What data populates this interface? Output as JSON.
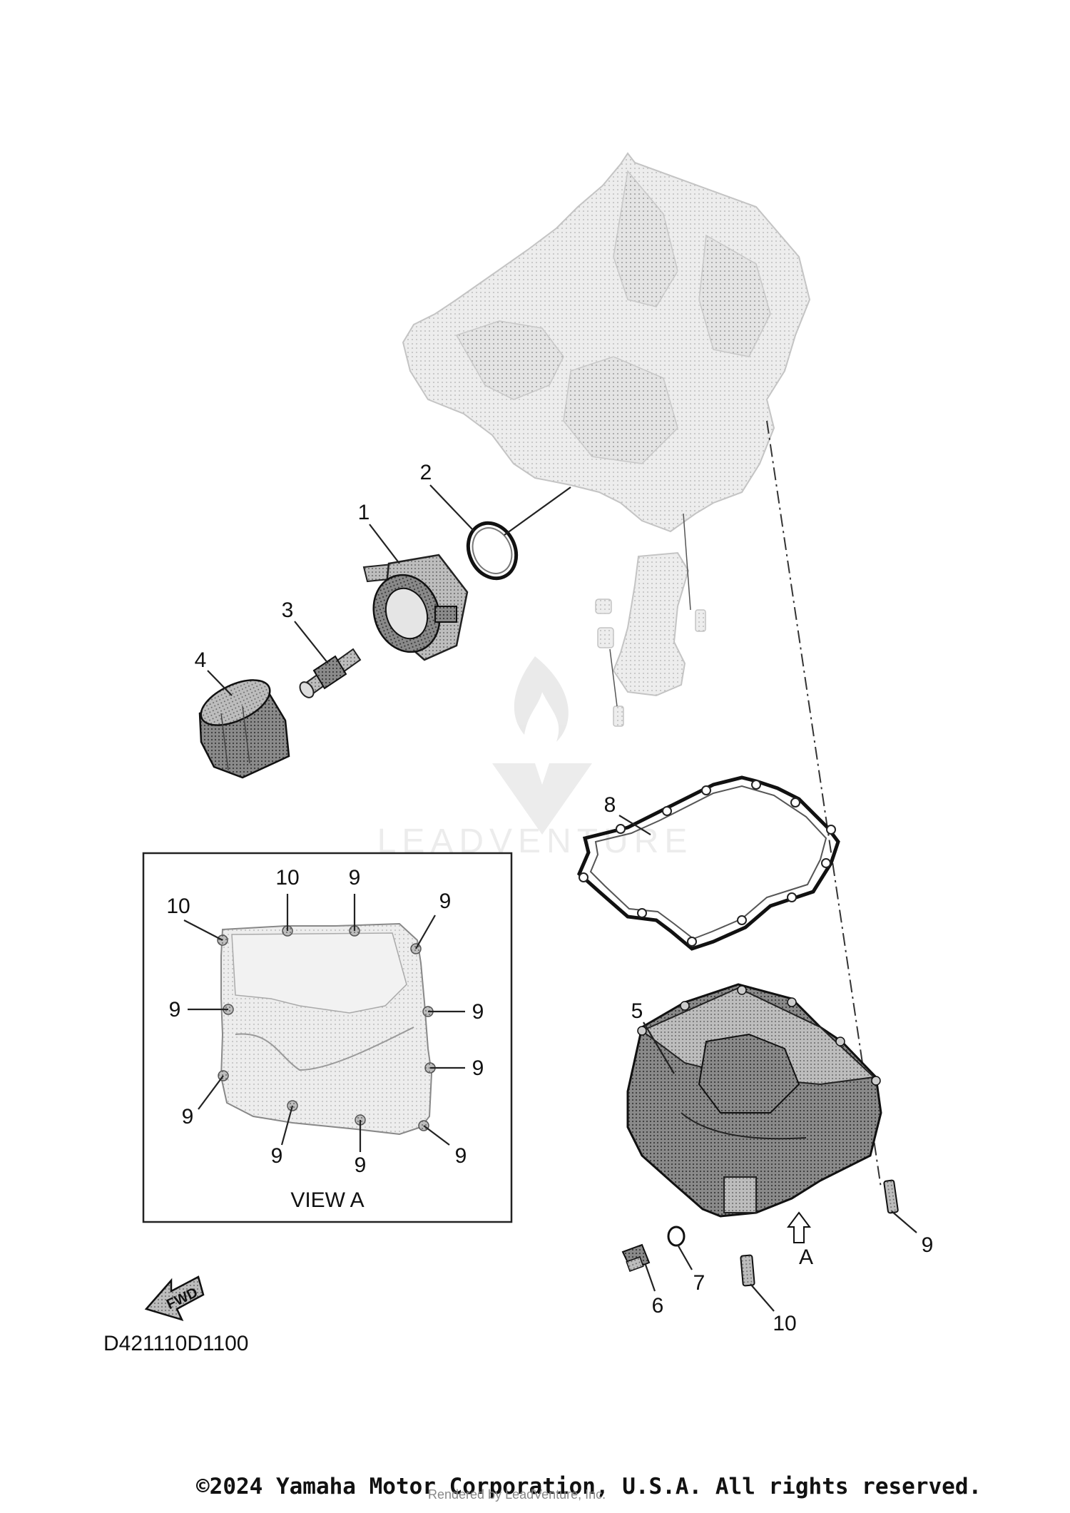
{
  "diagram_code": "D421110D1100",
  "view_label": "VIEW A",
  "arrow_label": "A",
  "fwd_label": "FWD",
  "watermark": "LEADVENTURE",
  "callouts": {
    "c1": "1",
    "c2": "2",
    "c3": "3",
    "c4": "4",
    "c5": "5",
    "c6": "6",
    "c7": "7",
    "c8": "8",
    "c9_right": "9",
    "c10_main": "10",
    "v10_a": "10",
    "v10_b": "10",
    "v9_top": "9",
    "v9_topright": "9",
    "v9_left": "9",
    "v9_right1": "9",
    "v9_right2": "9",
    "v9_bottomleft": "9",
    "v9_bottom1": "9",
    "v9_bottom2": "9",
    "v9_bottomright": "9"
  },
  "copyright": "©2024 Yamaha Motor Corporation, U.S.A. All rights reserved.",
  "rendered_by": "Rendered by LeadVenture, Inc."
}
